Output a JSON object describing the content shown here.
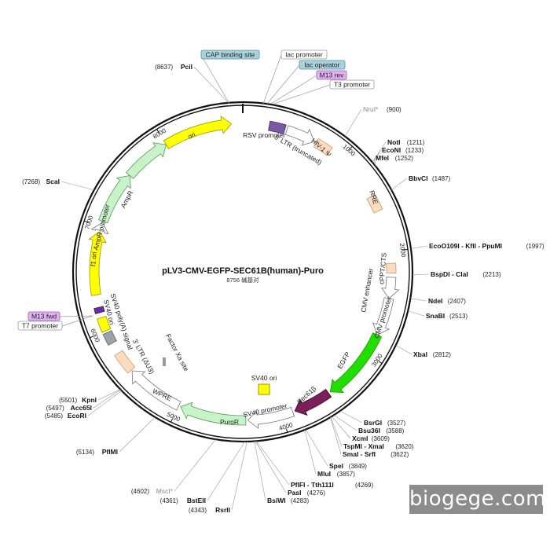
{
  "plasmid": {
    "name": "pLV3-CMV-EGFP-SEC61B(human)-Puro",
    "size_text": "8756 碱基对",
    "length_bp": 8756
  },
  "ticks": [
    {
      "bp": 1000,
      "label": "1000"
    },
    {
      "bp": 2000,
      "label": "2000"
    },
    {
      "bp": 3000,
      "label": "3000"
    },
    {
      "bp": 4000,
      "label": "4000"
    },
    {
      "bp": 5000,
      "label": "5000"
    },
    {
      "bp": 6000,
      "label": "6000"
    },
    {
      "bp": 7000,
      "label": "7000"
    },
    {
      "bp": 8000,
      "label": "8000"
    }
  ],
  "sites_right": [
    {
      "name": "NruI*",
      "pos": "(900)",
      "color": "#888888"
    },
    {
      "name": "NotI",
      "pos": "(1211)",
      "color": "#111111"
    },
    {
      "name": "EcoNI",
      "pos": "(1233)",
      "color": "#111111"
    },
    {
      "name": "MfeI",
      "pos": "(1252)",
      "color": "#111111"
    },
    {
      "name": "BbvCI",
      "pos": "(1487)",
      "color": "#111111"
    },
    {
      "name": "EcoO109I - KflI - PpuMI",
      "pos": "(1997)",
      "color": "#111111"
    },
    {
      "name": "BspDI - ClaI",
      "pos": "(2213)",
      "color": "#111111"
    },
    {
      "name": "NdeI",
      "pos": "(2407)",
      "color": "#111111"
    },
    {
      "name": "SnaBI",
      "pos": "(2513)",
      "color": "#111111"
    },
    {
      "name": "XbaI",
      "pos": "(2812)",
      "color": "#111111"
    },
    {
      "name": "BsrGI",
      "pos": "(3527)",
      "color": "#111111"
    },
    {
      "name": "Bsu36I",
      "pos": "(3588)",
      "color": "#111111"
    },
    {
      "name": "XcmI",
      "pos": "(3609)",
      "color": "#111111"
    },
    {
      "name": "TspMI - XmaI",
      "pos": "(3620)",
      "color": "#111111"
    },
    {
      "name": "SmaI - SrfI",
      "pos": "(3622)",
      "color": "#111111"
    },
    {
      "name": "SpeI",
      "pos": "(3849)",
      "color": "#111111"
    },
    {
      "name": "MluI",
      "pos": "(3857)",
      "color": "#111111"
    },
    {
      "name": "PflFI - Tth111I",
      "pos": "(4269)",
      "color": "#111111"
    },
    {
      "name": "PasI",
      "pos": "(4276)",
      "color": "#111111"
    },
    {
      "name": "BsiWI",
      "pos": "(4283)",
      "color": "#111111"
    }
  ],
  "sites_left": [
    {
      "name": "RsrII",
      "pos": "(4343)",
      "color": "#111111"
    },
    {
      "name": "BstEII",
      "pos": "(4361)",
      "color": "#111111"
    },
    {
      "name": "MscI*",
      "pos": "(4602)",
      "color": "#888888"
    },
    {
      "name": "PflMI",
      "pos": "(5134)",
      "color": "#111111"
    },
    {
      "name": "EcoRI",
      "pos": "(5485)",
      "color": "#111111"
    },
    {
      "name": "Acc65I",
      "pos": "(5497)",
      "color": "#111111"
    },
    {
      "name": "KpnI",
      "pos": "(5501)",
      "color": "#111111"
    },
    {
      "name": "ScaI",
      "pos": "(7268)",
      "color": "#111111"
    },
    {
      "name": "PciI",
      "pos": "(8637)",
      "color": "#111111"
    }
  ],
  "boxed_labels": [
    {
      "text": "CAP binding site",
      "fill": "#a9d3dc",
      "stroke": "#5f8f99"
    },
    {
      "text": "lac promoter",
      "fill": "#ffffff",
      "stroke": "#999999"
    },
    {
      "text": "lac operator",
      "fill": "#a9d3dc",
      "stroke": "#5f8f99"
    },
    {
      "text": "M13 rev",
      "fill": "#e0b3f0",
      "stroke": "#9d5fb5"
    },
    {
      "text": "T3 promoter",
      "fill": "#ffffff",
      "stroke": "#999999"
    },
    {
      "text": "M13 fwd",
      "fill": "#e0b3f0",
      "stroke": "#9d5fb5"
    },
    {
      "text": "T7 promoter",
      "fill": "#ffffff",
      "stroke": "#999999"
    }
  ],
  "features": {
    "ori": "ori",
    "rsv_promoter": "RSV promoter",
    "ltr5": "5' LTR (truncated)",
    "hiv_psi": "HIV-1 Ψ",
    "rre": "RRE",
    "cppt": "cPPT/CTS",
    "cmv_enhancer": "CMV enhancer",
    "cmv_promoter": "CMV promoter",
    "egfp": "EGFP",
    "sec61b": "Sec61β",
    "sv40_promoter": "SV40 promoter",
    "puror": "PuroR",
    "wpre": "WPRE",
    "ltr3": "3' LTR (ΔU3)",
    "sv40_polya": "SV40 poly(A) signal",
    "sv40_ori_left": "SV40 ori",
    "sv40_ori_inner": "SV40 ori",
    "factor_xa": "Factor Xa site",
    "f1_ori": "f1 ori",
    "ampr_promoter": "AmpR promoter",
    "ampr": "AmpR"
  },
  "colors": {
    "ori": "#ffff00",
    "egfp": "#22dd00",
    "sec61b": "#7a1f5a",
    "puror": "#c8f2c8",
    "ampr": "#c8f2c8",
    "ltr": "#fcdcc0",
    "sv40_ori": "#ffff00",
    "factor_xa": "#999999"
  },
  "watermark": "biogege.com"
}
